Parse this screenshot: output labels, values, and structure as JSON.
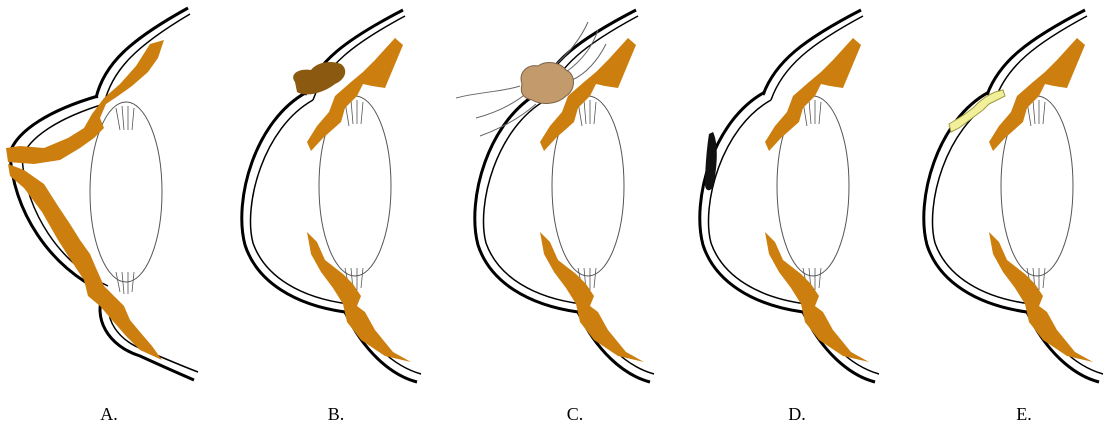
{
  "figure": {
    "panels": [
      {
        "label": "A.",
        "variant": "iris-spanning-cornea"
      },
      {
        "label": "B.",
        "variant": "dark-brown-mass-on-cornea"
      },
      {
        "label": "C.",
        "variant": "tan-mass-with-vessels"
      },
      {
        "label": "D.",
        "variant": "black-deposit-on-cornea"
      },
      {
        "label": "E.",
        "variant": "yellow-deposits-on-cornea"
      }
    ],
    "colors": {
      "iris": "#cc7f0f",
      "outline": "#000000",
      "lens": "#555555",
      "mass_dark": "#8b5a10",
      "mass_tan": "#c29a6b",
      "deposit_black": "#111111",
      "deposit_yellow": "#f2ef9a"
    }
  }
}
